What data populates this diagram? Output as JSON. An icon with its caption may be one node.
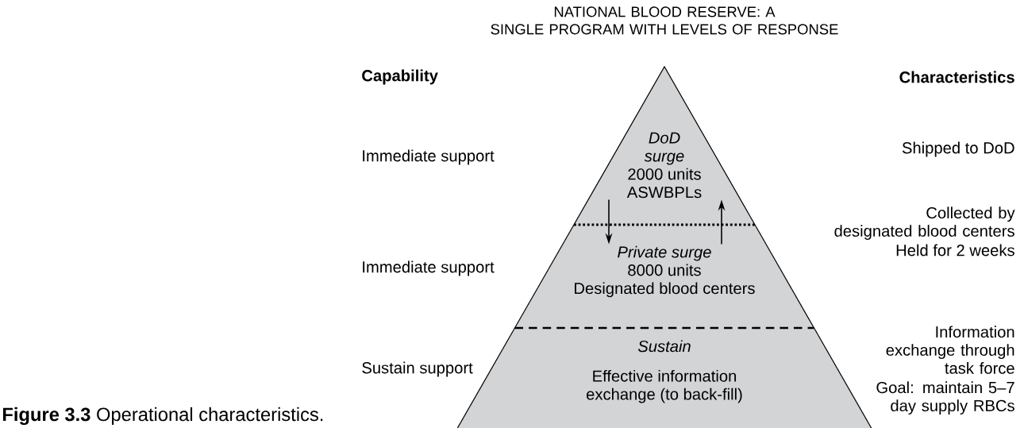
{
  "diagram": {
    "title": "NATIONAL BLOOD RESERVE: A SINGLE PROGRAM WITH LEVELS OF RESPONSE",
    "caption": "**Figure 3.3** Operational characteristics.",
    "nodes": [
      {
        "text": [
          "DoD surge",
          "2000 units",
          "ASWBPLs"
        ]
      },
      {
        "text": [
          "Private surge",
          "8000 units",
          "Designated blood centers"
        ]
      },
      {
        "text": [
          "Sustain",
          "Effective information exchange (to back-fill)"
        ]
      }
    ],
    "edges": [
      {
        "from": 0,
        "to": 1,
        "arrow": "to"
      },
      {
        "from": 1,
        "to": 0,
        "arrow": "to"
      }
    ],
    "labels": [
      "Capability",
      "Characteristics",
      "Shipped to DoD",
      "Immediate support",
      "Collected by designated blood centers",
      "Held for 2 weeks",
      "Immediate support",
      "Information exchange through task force",
      "Sustain support",
      "Goal: maintain 5–7 day supply RBCs"
    ]
  }
}
